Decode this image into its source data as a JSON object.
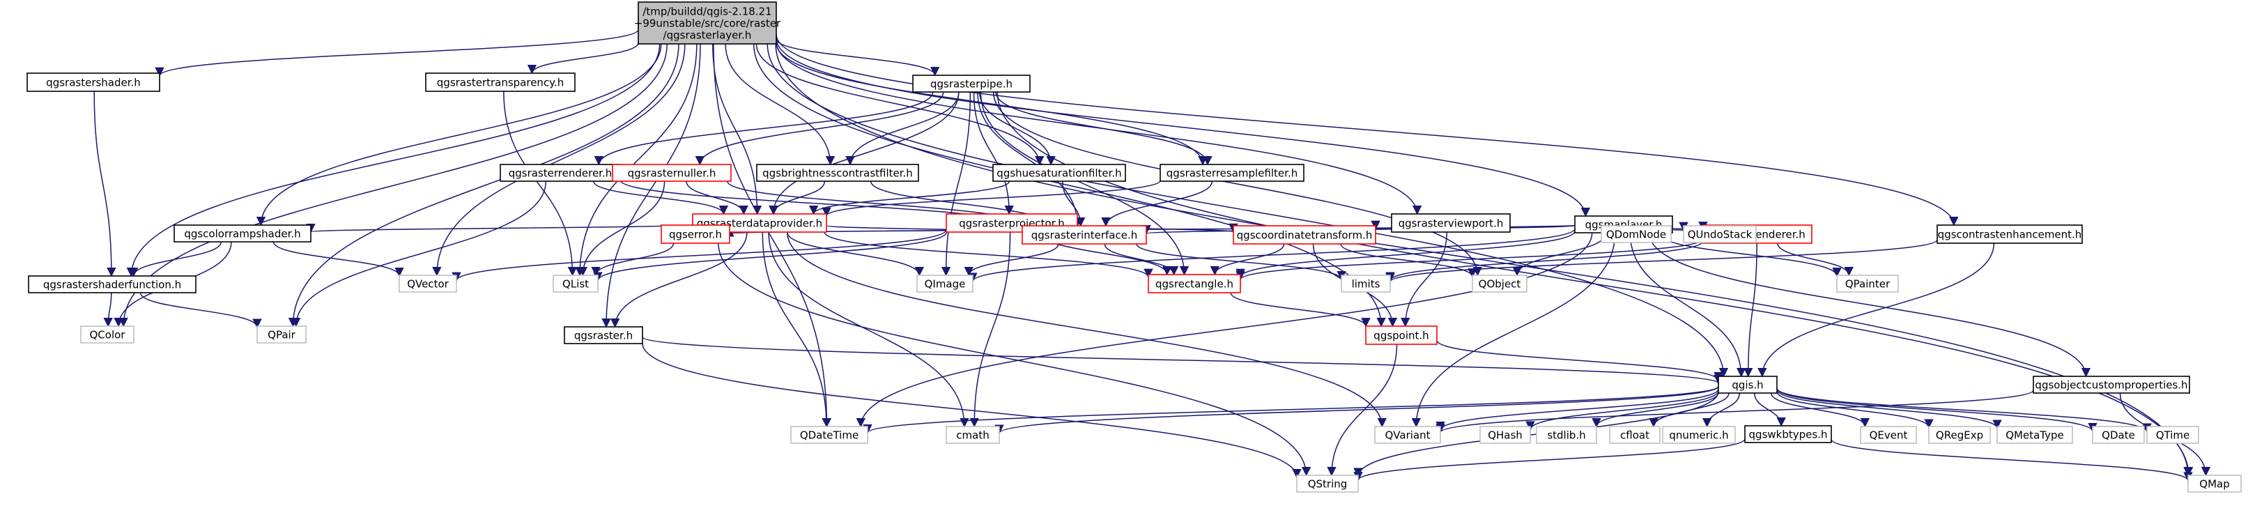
{
  "colors": {
    "normal_border": "#000000",
    "truncated_border": "#ff0000",
    "external_border": "#bfbfbf",
    "external_text": "#555555",
    "root_fill": "#bfbfbf",
    "node_fill": "#ffffff",
    "edge": "#191970"
  },
  "nodes": [
    {
      "id": "root",
      "lines": [
        "/tmp/buildd/qgis-2.18.21",
        "+99unstable/src/core/raster",
        "/qgsrasterlayer.h"
      ],
      "kind": "root"
    },
    {
      "id": "qgsrastershader",
      "lines": [
        "qgsrastershader.h"
      ],
      "kind": "normal"
    },
    {
      "id": "qgsrastertransparency",
      "lines": [
        "qgsrastertransparency.h"
      ],
      "kind": "normal"
    },
    {
      "id": "qgsrasterpipe",
      "lines": [
        "qgsrasterpipe.h"
      ],
      "kind": "normal"
    },
    {
      "id": "qgsrasterrenderer",
      "lines": [
        "qgsrasterrenderer.h"
      ],
      "kind": "normal"
    },
    {
      "id": "qgsrasternuller",
      "lines": [
        "qgsrasternuller.h"
      ],
      "kind": "truncated"
    },
    {
      "id": "qgsbrightnesscontrastfilter",
      "lines": [
        "qgsbrightnesscontrastfilter.h"
      ],
      "kind": "normal"
    },
    {
      "id": "qgshuesaturationfilter",
      "lines": [
        "qgshuesaturationfilter.h"
      ],
      "kind": "normal"
    },
    {
      "id": "qgsrasterresamplefilter",
      "lines": [
        "qgsrasterresamplefilter.h"
      ],
      "kind": "normal"
    },
    {
      "id": "qgsrasterviewport",
      "lines": [
        "qgsrasterviewport.h"
      ],
      "kind": "normal"
    },
    {
      "id": "qgsmaplayer",
      "lines": [
        "qgsmaplayer.h"
      ],
      "kind": "normal"
    },
    {
      "id": "qgsrasterdataprovider",
      "lines": [
        "qgsrasterdataprovider.h"
      ],
      "kind": "truncated"
    },
    {
      "id": "qgsrasterprojector",
      "lines": [
        "qgsrasterprojector.h"
      ],
      "kind": "truncated"
    },
    {
      "id": "qgscolorrampshader",
      "lines": [
        "qgscolorrampshader.h"
      ],
      "kind": "normal"
    },
    {
      "id": "qgsrastershaderfunction",
      "lines": [
        "qgsrastershaderfunction.h"
      ],
      "kind": "normal"
    },
    {
      "id": "qgserror",
      "lines": [
        "qgserror.h"
      ],
      "kind": "truncated"
    },
    {
      "id": "qgsrasterinterface",
      "lines": [
        "qgsrasterinterface.h"
      ],
      "kind": "truncated"
    },
    {
      "id": "qgscoordinatetransform",
      "lines": [
        "qgscoordinatetransform.h"
      ],
      "kind": "truncated"
    },
    {
      "id": "qgsmaprenderer",
      "lines": [
        "qgsmaprenderer.h"
      ],
      "kind": "truncated"
    },
    {
      "id": "qgscontrastenhancement",
      "lines": [
        "qgscontrastenhancement.h"
      ],
      "kind": "normal"
    },
    {
      "id": "qgsrectangle",
      "lines": [
        "qgsrectangle.h"
      ],
      "kind": "truncated"
    },
    {
      "id": "qgsraster",
      "lines": [
        "qgsraster.h"
      ],
      "kind": "normal"
    },
    {
      "id": "qgspoint",
      "lines": [
        "qgspoint.h"
      ],
      "kind": "truncated"
    },
    {
      "id": "qgis",
      "lines": [
        "qgis.h"
      ],
      "kind": "normal"
    },
    {
      "id": "qgsobjectcustomproperties",
      "lines": [
        "qgsobjectcustomproperties.h"
      ],
      "kind": "normal"
    },
    {
      "id": "qgswkbtypes",
      "lines": [
        "qgswkbtypes.h"
      ],
      "kind": "normal"
    },
    {
      "id": "QColor",
      "lines": [
        "QColor"
      ],
      "kind": "external"
    },
    {
      "id": "QPair",
      "lines": [
        "QPair"
      ],
      "kind": "external"
    },
    {
      "id": "QVector",
      "lines": [
        "QVector"
      ],
      "kind": "external"
    },
    {
      "id": "QList",
      "lines": [
        "QList"
      ],
      "kind": "external"
    },
    {
      "id": "QImage",
      "lines": [
        "QImage"
      ],
      "kind": "external"
    },
    {
      "id": "QDomNode",
      "lines": [
        "QDomNode"
      ],
      "kind": "external"
    },
    {
      "id": "QUndoStack",
      "lines": [
        "QUndoStack"
      ],
      "kind": "external"
    },
    {
      "id": "QObject",
      "lines": [
        "QObject"
      ],
      "kind": "external"
    },
    {
      "id": "limits",
      "lines": [
        "limits"
      ],
      "kind": "external"
    },
    {
      "id": "QPainter",
      "lines": [
        "QPainter"
      ],
      "kind": "external"
    },
    {
      "id": "QDateTime",
      "lines": [
        "QDateTime"
      ],
      "kind": "external"
    },
    {
      "id": "cmath",
      "lines": [
        "cmath"
      ],
      "kind": "external"
    },
    {
      "id": "QVariant",
      "lines": [
        "QVariant"
      ],
      "kind": "external"
    },
    {
      "id": "QHash",
      "lines": [
        "QHash"
      ],
      "kind": "external"
    },
    {
      "id": "stdlib",
      "lines": [
        "stdlib.h"
      ],
      "kind": "external"
    },
    {
      "id": "cfloat",
      "lines": [
        "cfloat"
      ],
      "kind": "external"
    },
    {
      "id": "qnumeric",
      "lines": [
        "qnumeric.h"
      ],
      "kind": "external"
    },
    {
      "id": "QEvent",
      "lines": [
        "QEvent"
      ],
      "kind": "external"
    },
    {
      "id": "QRegExp",
      "lines": [
        "QRegExp"
      ],
      "kind": "external"
    },
    {
      "id": "QMetaType",
      "lines": [
        "QMetaType"
      ],
      "kind": "external"
    },
    {
      "id": "QDate",
      "lines": [
        "QDate"
      ],
      "kind": "external"
    },
    {
      "id": "QTime",
      "lines": [
        "QTime"
      ],
      "kind": "external"
    },
    {
      "id": "QString",
      "lines": [
        "QString"
      ],
      "kind": "external"
    },
    {
      "id": "QMap",
      "lines": [
        "QMap"
      ],
      "kind": "external"
    }
  ],
  "edges": [
    [
      "root",
      "qgsrastershader"
    ],
    [
      "root",
      "qgsrastertransparency"
    ],
    [
      "root",
      "qgsrasterpipe"
    ],
    [
      "root",
      "qgsrasterviewport"
    ],
    [
      "root",
      "qgsmaplayer"
    ],
    [
      "root",
      "qgscontrastenhancement"
    ],
    [
      "root",
      "qgsrasterdataprovider"
    ],
    [
      "root",
      "qgscolorrampshader"
    ],
    [
      "root",
      "qgsrastershaderfunction"
    ],
    [
      "root",
      "qgsbrightnesscontrastfilter"
    ],
    [
      "root",
      "qgshuesaturationfilter"
    ],
    [
      "root",
      "qgsrasterresamplefilter"
    ],
    [
      "root",
      "qgsraster"
    ],
    [
      "root",
      "qgspoint"
    ],
    [
      "root",
      "qgis"
    ],
    [
      "root",
      "QColor"
    ],
    [
      "root",
      "QPair"
    ],
    [
      "root",
      "QVector"
    ],
    [
      "root",
      "QList"
    ],
    [
      "root",
      "QDateTime"
    ],
    [
      "root",
      "QMap"
    ],
    [
      "qgsrastershader",
      "qgsrastershaderfunction"
    ],
    [
      "qgsrastertransparency",
      "QList"
    ],
    [
      "qgsrasterpipe",
      "qgsrasterrenderer"
    ],
    [
      "qgsrasterpipe",
      "qgsrasternuller"
    ],
    [
      "qgsrasterpipe",
      "qgsbrightnesscontrastfilter"
    ],
    [
      "qgsrasterpipe",
      "qgshuesaturationfilter"
    ],
    [
      "qgsrasterpipe",
      "qgsrasterresamplefilter"
    ],
    [
      "qgsrasterpipe",
      "qgsrasterprojector"
    ],
    [
      "qgsrasterpipe",
      "qgsrasterdataprovider"
    ],
    [
      "qgsrasterpipe",
      "qgsrasterinterface"
    ],
    [
      "qgsrasterpipe",
      "qgsrectangle"
    ],
    [
      "qgsrasterpipe",
      "QImage"
    ],
    [
      "qgsrasterpipe",
      "QObject"
    ],
    [
      "qgsrasterpipe",
      "QMap"
    ],
    [
      "qgsrasterrenderer",
      "qgsrasterdataprovider"
    ],
    [
      "qgsrasterrenderer",
      "qgsrasterinterface"
    ],
    [
      "qgsrasterrenderer",
      "QPair"
    ],
    [
      "qgsrasternuller",
      "qgsrasterdataprovider"
    ],
    [
      "qgsrasternuller",
      "qgsrasterinterface"
    ],
    [
      "qgsrasternuller",
      "QList"
    ],
    [
      "qgsbrightnesscontrastfilter",
      "qgsrasterdataprovider"
    ],
    [
      "qgsbrightnesscontrastfilter",
      "qgsrasterinterface"
    ],
    [
      "qgshuesaturationfilter",
      "qgsrasterdataprovider"
    ],
    [
      "qgshuesaturationfilter",
      "qgsrasterinterface"
    ],
    [
      "qgsrasterresamplefilter",
      "qgsrasterdataprovider"
    ],
    [
      "qgsrasterresamplefilter",
      "qgsrasterinterface"
    ],
    [
      "qgsrasterviewport",
      "qgscoordinatetransform"
    ],
    [
      "qgsrasterviewport",
      "qgspoint"
    ],
    [
      "qgsrasterdataprovider",
      "qgscolorrampshader"
    ],
    [
      "qgsrasterdataprovider",
      "qgserror"
    ],
    [
      "qgsrasterdataprovider",
      "qgsraster"
    ],
    [
      "qgsrasterdataprovider",
      "qgsrasterinterface"
    ],
    [
      "qgsrasterdataprovider",
      "qgsrectangle"
    ],
    [
      "qgsrasterdataprovider",
      "QImage"
    ],
    [
      "qgsrasterdataprovider",
      "QDateTime"
    ],
    [
      "qgsrasterdataprovider",
      "cmath"
    ],
    [
      "qgsrasterdataprovider",
      "QVariant"
    ],
    [
      "qgsrasterprojector",
      "qgsrasterinterface"
    ],
    [
      "qgsrasterprojector",
      "qgscoordinatetransform"
    ],
    [
      "qgsrasterprojector",
      "qgsrectangle"
    ],
    [
      "qgsrasterprojector",
      "cmath"
    ],
    [
      "qgsrasterprojector",
      "QVector"
    ],
    [
      "qgsrasterprojector",
      "QList"
    ],
    [
      "qgscolorrampshader",
      "qgsrastershaderfunction"
    ],
    [
      "qgscolorrampshader",
      "QColor"
    ],
    [
      "qgscolorrampshader",
      "QVector"
    ],
    [
      "qgsrastershaderfunction",
      "QColor"
    ],
    [
      "qgsrastershaderfunction",
      "QPair"
    ],
    [
      "qgserror",
      "QList"
    ],
    [
      "qgserror",
      "QString"
    ],
    [
      "qgsrasterinterface",
      "qgsrectangle"
    ],
    [
      "qgsrasterinterface",
      "QImage"
    ],
    [
      "qgsrasterinterface",
      "limits"
    ],
    [
      "qgscoordinatetransform",
      "qgsrectangle"
    ],
    [
      "qgscoordinatetransform",
      "qgspoint"
    ],
    [
      "qgscoordinatetransform",
      "QObject"
    ],
    [
      "qgsmaplayer",
      "qgserror"
    ],
    [
      "qgsmaplayer",
      "qgsrasterinterface"
    ],
    [
      "qgsmaplayer",
      "qgsrectangle"
    ],
    [
      "qgsmaplayer",
      "qgsmaprenderer"
    ],
    [
      "qgsmaplayer",
      "qgsobjectcustomproperties"
    ],
    [
      "qgsmaplayer",
      "qgis"
    ],
    [
      "qgsmaplayer",
      "QDomNode"
    ],
    [
      "qgsmaplayer",
      "QUndoStack"
    ],
    [
      "qgsmaplayer",
      "QObject"
    ],
    [
      "qgsmaplayer",
      "QImage"
    ],
    [
      "qgsmaplayer",
      "QPainter"
    ],
    [
      "qgsmaplayer",
      "QDateTime"
    ],
    [
      "qgsmaplayer",
      "QVariant"
    ],
    [
      "qgsmaprenderer",
      "qgis"
    ],
    [
      "qgsmaprenderer",
      "qgsrectangle"
    ],
    [
      "qgsmaprenderer",
      "QPainter"
    ],
    [
      "qgsmaprenderer",
      "limits"
    ],
    [
      "qgscontrastenhancement",
      "qgis"
    ],
    [
      "qgscontrastenhancement",
      "limits"
    ],
    [
      "qgsrectangle",
      "qgspoint"
    ],
    [
      "qgsraster",
      "qgis"
    ],
    [
      "qgsraster",
      "QString"
    ],
    [
      "qgspoint",
      "qgis"
    ],
    [
      "qgspoint",
      "QString"
    ],
    [
      "qgsobjectcustomproperties",
      "QVariant"
    ],
    [
      "qgsobjectcustomproperties",
      "QMap"
    ],
    [
      "qgis",
      "QDateTime"
    ],
    [
      "qgis",
      "cmath"
    ],
    [
      "qgis",
      "QVariant"
    ],
    [
      "qgis",
      "QHash"
    ],
    [
      "qgis",
      "stdlib"
    ],
    [
      "qgis",
      "cfloat"
    ],
    [
      "qgis",
      "qnumeric"
    ],
    [
      "qgis",
      "qgswkbtypes"
    ],
    [
      "qgis",
      "QEvent"
    ],
    [
      "qgis",
      "QRegExp"
    ],
    [
      "qgis",
      "QMetaType"
    ],
    [
      "qgis",
      "QDate"
    ],
    [
      "qgis",
      "QTime"
    ],
    [
      "qgis",
      "QString"
    ],
    [
      "qgswkbtypes",
      "QString"
    ],
    [
      "qgswkbtypes",
      "QMap"
    ]
  ]
}
